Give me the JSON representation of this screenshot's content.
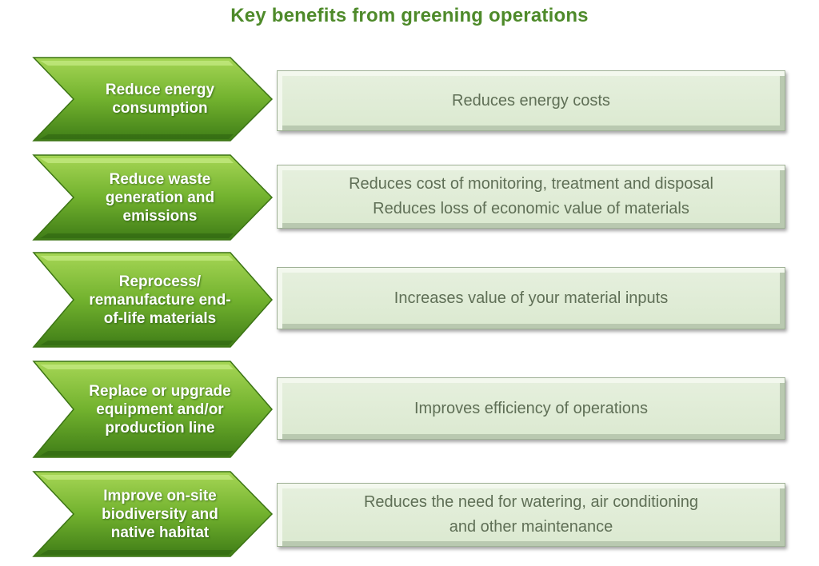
{
  "title": "Key benefits from greening operations",
  "colors": {
    "title": "#4e8a2a",
    "chevron_light": "#9ed24a",
    "chevron_mid": "#6aad2a",
    "chevron_dark": "#3f7d17",
    "box_fill": "#dde9d3",
    "box_text": "#5f6f56"
  },
  "rows": [
    {
      "action": "Reduce energy consumption",
      "benefits": [
        "Reduces energy costs"
      ]
    },
    {
      "action": "Reduce waste generation and emissions",
      "benefits": [
        "Reduces cost of monitoring, treatment and disposal",
        "Reduces loss of economic value of materials"
      ]
    },
    {
      "action": "Reprocess/ remanufacture end-of-life materials",
      "benefits": [
        "Increases value of your material inputs"
      ]
    },
    {
      "action": "Replace or upgrade equipment and/or production line",
      "benefits": [
        "Improves efficiency of operations"
      ]
    },
    {
      "action": "Improve on-site biodiversity and native habitat",
      "benefits": [
        "Reduces the need for watering, air conditioning",
        "and other maintenance"
      ]
    }
  ]
}
